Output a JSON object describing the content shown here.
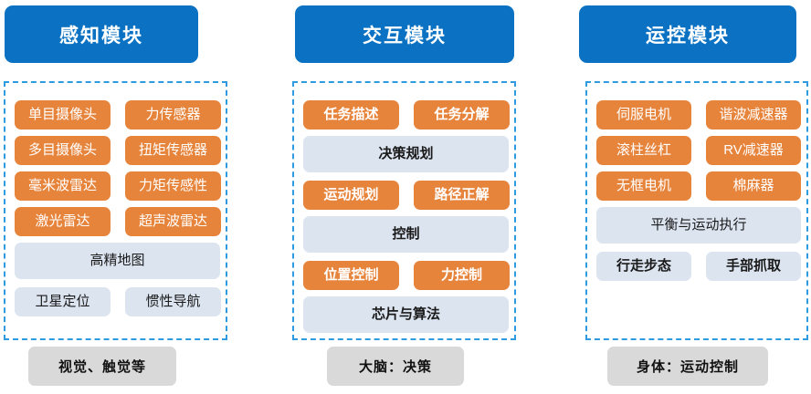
{
  "columns": [
    {
      "id": "perception",
      "header": "感知模块",
      "footer": "视觉、触觉等",
      "rows": [
        {
          "type": "pair",
          "items": [
            {
              "label": "单目摄像头",
              "style": "orange",
              "bold": false
            },
            {
              "label": "力传感器",
              "style": "orange",
              "bold": false
            }
          ]
        },
        {
          "type": "pair",
          "items": [
            {
              "label": "多目摄像头",
              "style": "orange",
              "bold": false
            },
            {
              "label": "扭矩传感器",
              "style": "orange",
              "bold": false
            }
          ]
        },
        {
          "type": "pair",
          "items": [
            {
              "label": "毫米波雷达",
              "style": "orange",
              "bold": false
            },
            {
              "label": "力矩传感性",
              "style": "orange",
              "bold": false
            }
          ]
        },
        {
          "type": "pair",
          "items": [
            {
              "label": "激光雷达",
              "style": "orange",
              "bold": false
            },
            {
              "label": "超声波雷达",
              "style": "orange",
              "bold": false
            }
          ]
        },
        {
          "type": "full",
          "items": [
            {
              "label": "高精地图",
              "style": "lightblue",
              "bold": false
            }
          ]
        },
        {
          "type": "pair",
          "items": [
            {
              "label": "卫星定位",
              "style": "lightblue",
              "bold": false
            },
            {
              "label": "惯性导航",
              "style": "lightblue",
              "bold": false
            }
          ]
        }
      ]
    },
    {
      "id": "interaction",
      "header": "交互模块",
      "footer": "大脑：决策",
      "rows": [
        {
          "type": "pair",
          "items": [
            {
              "label": "任务描述",
              "style": "orange",
              "bold": true
            },
            {
              "label": "任务分解",
              "style": "orange",
              "bold": true
            }
          ]
        },
        {
          "type": "full",
          "items": [
            {
              "label": "决策规划",
              "style": "lightblue",
              "bold": true
            }
          ]
        },
        {
          "type": "pair",
          "items": [
            {
              "label": "运动规划",
              "style": "orange",
              "bold": true
            },
            {
              "label": "路径正解",
              "style": "orange",
              "bold": true
            }
          ]
        },
        {
          "type": "full",
          "items": [
            {
              "label": "控制",
              "style": "lightblue",
              "bold": true
            }
          ]
        },
        {
          "type": "pair",
          "items": [
            {
              "label": "位置控制",
              "style": "orange",
              "bold": true
            },
            {
              "label": "力控制",
              "style": "orange",
              "bold": true
            }
          ]
        },
        {
          "type": "full",
          "items": [
            {
              "label": "芯片与算法",
              "style": "lightblue",
              "bold": true
            }
          ]
        }
      ]
    },
    {
      "id": "motion-control",
      "header": "运控模块",
      "footer": "身体：运动控制",
      "rows": [
        {
          "type": "pair",
          "items": [
            {
              "label": "伺服电机",
              "style": "orange",
              "bold": false
            },
            {
              "label": "谐波减速器",
              "style": "orange",
              "bold": false
            }
          ]
        },
        {
          "type": "pair",
          "items": [
            {
              "label": "滚柱丝杠",
              "style": "orange",
              "bold": false
            },
            {
              "label": "RV减速器",
              "style": "orange",
              "bold": false
            }
          ]
        },
        {
          "type": "pair",
          "items": [
            {
              "label": "无框电机",
              "style": "orange",
              "bold": false
            },
            {
              "label": "棉麻器",
              "style": "orange",
              "bold": false
            }
          ]
        },
        {
          "type": "full",
          "items": [
            {
              "label": "平衡与运动执行",
              "style": "lightblue",
              "bold": false
            }
          ]
        },
        {
          "type": "pair",
          "items": [
            {
              "label": "行走步态",
              "style": "lightblue",
              "bold": true
            },
            {
              "label": "手部抓取",
              "style": "lightblue",
              "bold": true
            }
          ]
        }
      ]
    }
  ],
  "colors": {
    "header_blue": "#0b72c3",
    "chip_orange": "#e7843c",
    "chip_lightblue": "#dce4f0",
    "footer_gray": "#d9d9d9",
    "dashed_border": "#2e9be0"
  }
}
